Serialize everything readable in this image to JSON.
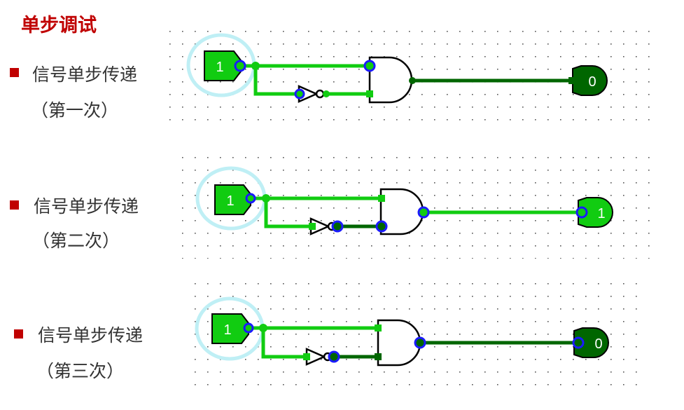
{
  "title": "单步调试",
  "steps": [
    {
      "label": "信号单步传递",
      "sub": "（第一次）",
      "input": "1",
      "output": "0"
    },
    {
      "label": "信号单步传递",
      "sub": "（第二次）",
      "input": "1",
      "output": "1"
    },
    {
      "label": "信号单步传递",
      "sub": "（第三次）",
      "input": "1",
      "output": "0"
    }
  ],
  "colors": {
    "title": "#c00000",
    "on": "#11cc11",
    "off": "#006600",
    "pin": "#1a1aff",
    "highlight": "#bfeff5"
  }
}
